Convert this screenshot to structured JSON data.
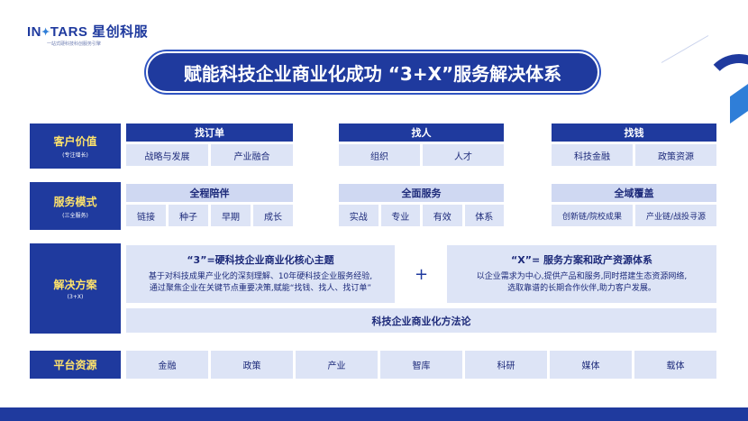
{
  "logo": {
    "brand_prefix": "IN",
    "brand_star": "✦",
    "brand_suffix": "TARS",
    "brand_cn": "星创科服",
    "tagline": "一站式硬科技科创服务引擎"
  },
  "title": "赋能科技企业商业化成功 “3+X”服务解决体系",
  "rows": {
    "value": {
      "label": "客户价值",
      "sub": "(专注增长)"
    },
    "mode": {
      "label": "服务模式",
      "sub": "(三全服务)"
    },
    "solution": {
      "label": "解决方案",
      "sub": "(3+X)"
    },
    "platform": {
      "label": "平台资源"
    }
  },
  "value_groups": [
    {
      "head": "找订单",
      "items": [
        "战略与发展",
        "产业融合"
      ]
    },
    {
      "head": "找人",
      "items": [
        "组织",
        "人才"
      ]
    },
    {
      "head": "找钱",
      "items": [
        "科技金融",
        "政策资源"
      ]
    }
  ],
  "mode_groups": [
    {
      "head": "全程陪伴",
      "items": [
        "链接",
        "种子",
        "早期",
        "成长"
      ]
    },
    {
      "head": "全面服务",
      "items": [
        "实战",
        "专业",
        "有效",
        "体系"
      ]
    },
    {
      "head": "全域覆盖",
      "items": [
        "创新链/院校成果",
        "产业链/战投寻源"
      ]
    }
  ],
  "solution": {
    "three": {
      "title": "“3”=硬科技企业商业化核心主题",
      "line1": "基于对科技成果产业化的深刻理解、10年硬科技企业服务经验,",
      "line2": "通过聚焦企业在关键节点重要决策,赋能“找钱、找人、找订单”"
    },
    "plus": "+",
    "x": {
      "title": "“X”= 服务方案和政产资源体系",
      "line1": "以企业需求为中心,提供产品和服务,同时搭建生态资源网络,",
      "line2": "选取靠谱的长期合作伙伴,助力客户发展。"
    },
    "method": "科技企业商业化方法论"
  },
  "platform_items": [
    "金融",
    "政策",
    "产业",
    "智库",
    "科研",
    "媒体",
    "载体"
  ],
  "colors": {
    "primary": "#1f3a9e",
    "accent": "#2f7ed8",
    "cell": "#dde4f6",
    "label_text": "#ffe36b"
  }
}
